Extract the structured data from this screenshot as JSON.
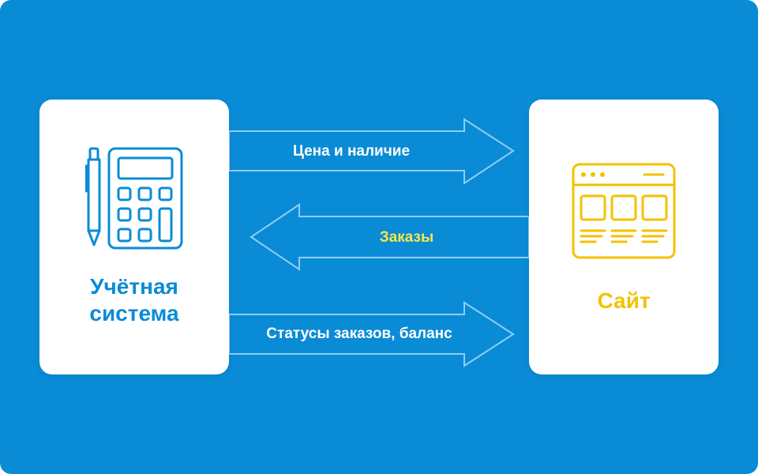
{
  "diagram": {
    "left_node": {
      "title_line1": "Учётная",
      "title_line2": "система",
      "icon": "calculator-pen-icon"
    },
    "right_node": {
      "title": "Сайт",
      "icon": "browser-window-icon"
    },
    "edges": [
      {
        "label": "Цена и наличие",
        "direction": "left-to-right"
      },
      {
        "label": "Заказы",
        "direction": "right-to-left"
      },
      {
        "label": "Статусы заказов, баланс",
        "direction": "left-to-right"
      }
    ]
  },
  "colors": {
    "background": "#0a8bd6",
    "card": "#ffffff",
    "accent_blue": "#0a8bd6",
    "accent_yellow": "#f2c200",
    "label_yellow": "#f5e84a"
  }
}
